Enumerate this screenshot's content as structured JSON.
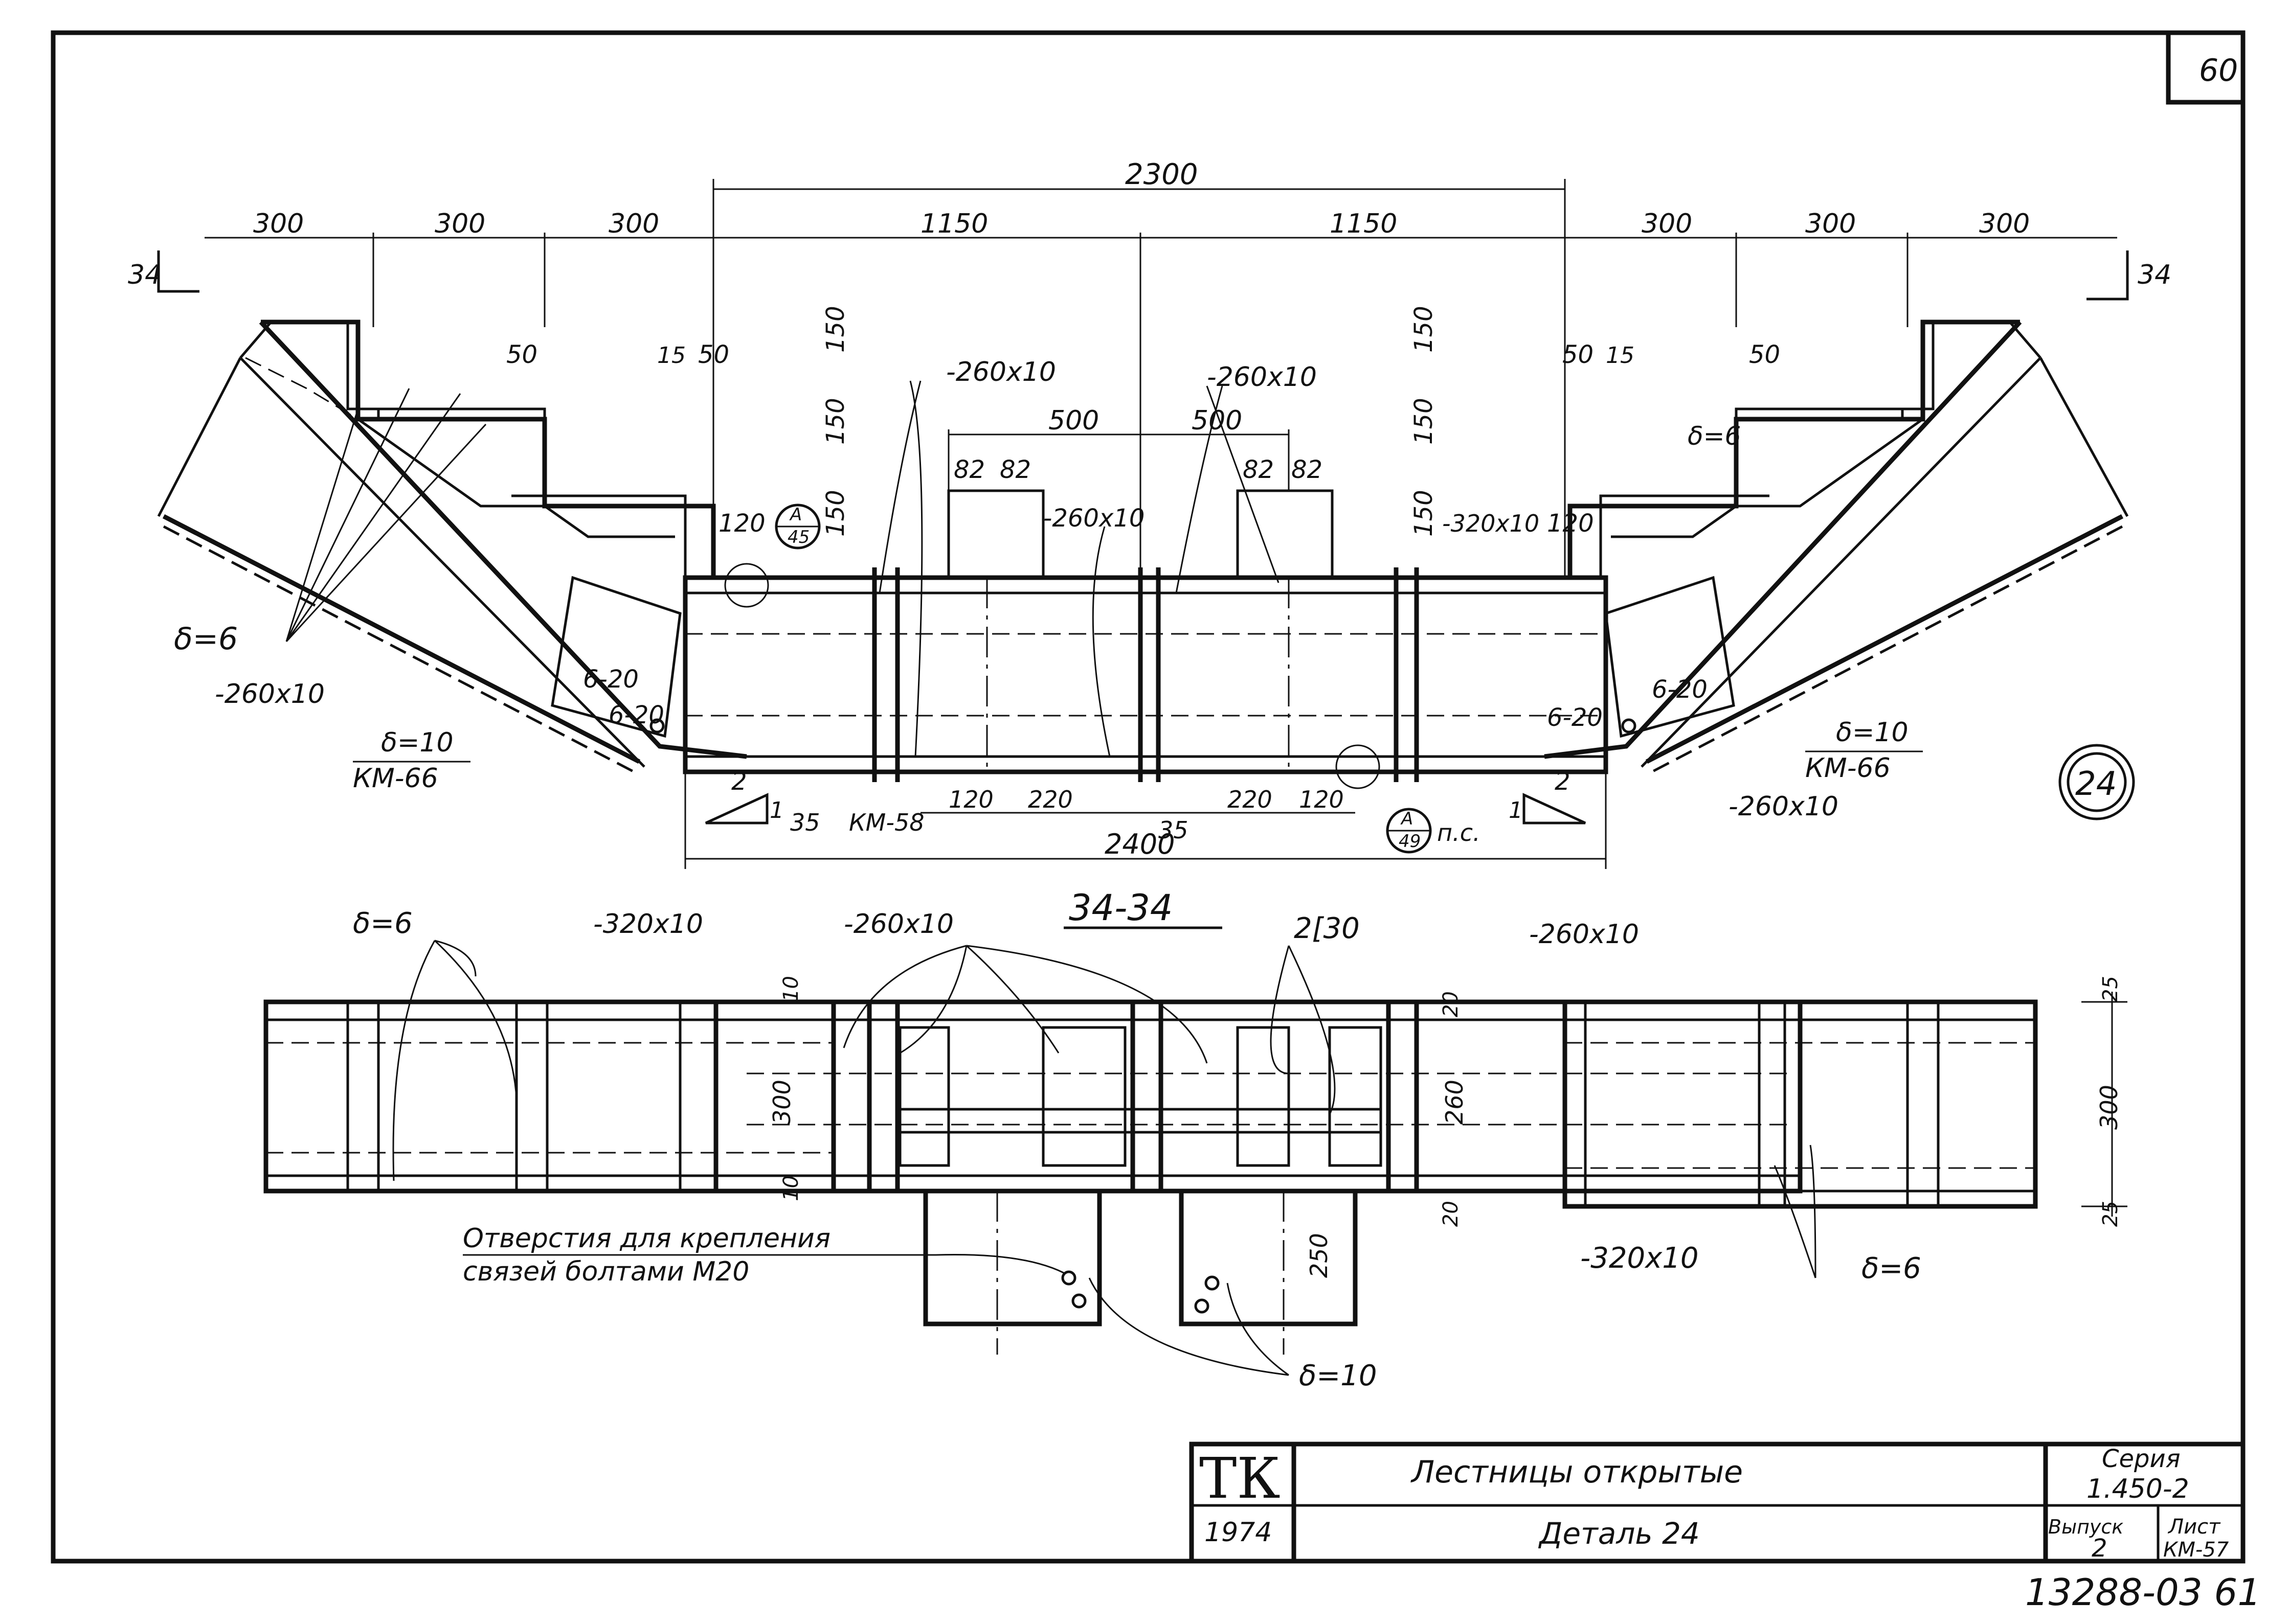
{
  "sheet": {
    "sheet_number": "60",
    "detail_circle": "24",
    "bottom_code": "13288-03 61"
  },
  "title_block": {
    "org": "ТК",
    "year": "1974",
    "title": "Лестницы открытые",
    "subtitle": "Деталь 24",
    "series_label": "Серия",
    "series_value": "1.450-2",
    "issue_label": "Выпуск",
    "issue_value": "2",
    "sheet_label": "Лист",
    "sheet_value": "КМ-57"
  },
  "plan": {
    "overall_dim": "2300",
    "dims_top": [
      "300",
      "300",
      "300",
      "1150",
      "1150",
      "300",
      "300",
      "300"
    ],
    "section_marks": [
      "34",
      "34"
    ],
    "dims_left": [
      "50",
      "15",
      "50",
      "150",
      "150",
      "150",
      "120"
    ],
    "dims_right": [
      "150",
      "150",
      "150",
      "50",
      "15",
      "50",
      "120"
    ],
    "dims_mid": [
      "500",
      "500",
      "82",
      "82",
      "82",
      "82"
    ],
    "callouts": [
      "-260x10",
      "-260x10",
      "-260x10",
      "-320x10",
      "δ=6",
      "δ=6",
      "-260x10",
      "-260x10"
    ],
    "bolts": [
      "6-20",
      "6-20",
      "6-20",
      "6-20"
    ],
    "plates": [
      "δ=10",
      "КМ-66",
      "δ=10",
      "КМ-66"
    ],
    "refs": [
      {
        "letter": "А",
        "sheet": "45"
      },
      {
        "letter": "А",
        "sheet": "49"
      }
    ],
    "ref_suffix": "п.с.",
    "bottom_dims": [
      "35",
      "КМ-58",
      "120",
      "220",
      "35",
      "220",
      "120"
    ],
    "bottom_overall": "2400",
    "slope_marks": [
      "2",
      "1",
      "2",
      "1"
    ]
  },
  "section": {
    "title": "34-34",
    "callouts": [
      "δ=6",
      "-320x10",
      "-260x10",
      "2[30",
      "-260x10",
      "-320x10",
      "δ=6",
      "δ=10"
    ],
    "dims_left": [
      "10",
      "300",
      "10"
    ],
    "dims_mid": [
      "20",
      "260",
      "20",
      "250"
    ],
    "dims_right": [
      "25",
      "300",
      "25"
    ],
    "note_line1": "Отверстия для крепления",
    "note_line2": "связей болтами М20"
  }
}
